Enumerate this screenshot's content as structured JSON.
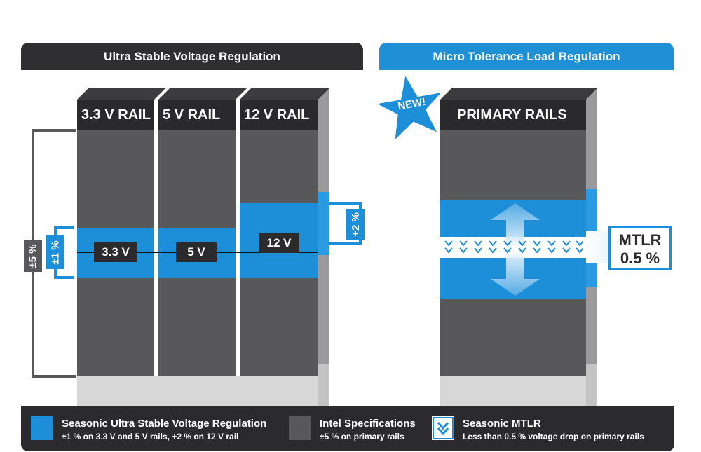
{
  "headers": {
    "left": "Ultra Stable Voltage Regulation",
    "right": "Micro Tolerance Load Regulation"
  },
  "rails": [
    {
      "title": "3.3 V RAIL",
      "value_label": "3.3 V"
    },
    {
      "title": "5 V RAIL",
      "value_label": "5 V"
    },
    {
      "title": "12 V RAIL",
      "value_label": "12 V"
    }
  ],
  "tolerances": {
    "intel": "±5 %",
    "seasonic_low": "±1 %",
    "seasonic_12v": "+2 %"
  },
  "primary": {
    "title": "PRIMARY RAILS",
    "new_badge": "NEW!",
    "mtlr_line1": "MTLR",
    "mtlr_line2": "0.5 %"
  },
  "legend": {
    "items": [
      {
        "title": "Seasonic Ultra Stable Voltage Regulation",
        "subtitle": "±1 % on 3.3 V and 5 V rails, +2 % on 12 V rail"
      },
      {
        "title": "Intel Specifications",
        "subtitle": "±5 % on primary rails"
      },
      {
        "title": "Seasonic MTLR",
        "subtitle": "Less than 0.5 % voltage drop on primary rails"
      }
    ]
  },
  "colors": {
    "seasonic_blue": "#1d8ed8",
    "intel_gray": "#58585a",
    "dark": "#2b2b2d"
  }
}
